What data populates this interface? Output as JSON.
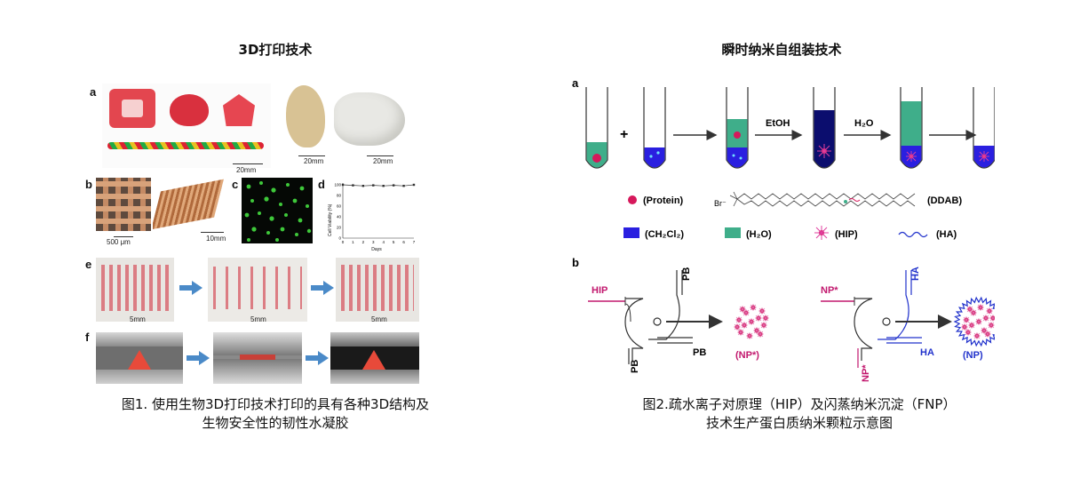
{
  "left": {
    "heading": "3D打印技术",
    "panel_letters": [
      "a",
      "b",
      "c",
      "d",
      "e",
      "f"
    ],
    "scale_a": [
      "20mm",
      "20mm",
      "20mm"
    ],
    "scale_b": [
      "500 μm",
      "10mm"
    ],
    "chart_d": {
      "ylabel": "Cell Viability (%)",
      "xlabel": "Days",
      "yticks": [
        "100",
        "80",
        "60",
        "40",
        "20",
        "0"
      ],
      "xticks": [
        "0",
        "1",
        "2",
        "3",
        "4",
        "5",
        "6",
        "7"
      ]
    },
    "scale_e": [
      "5mm",
      "5mm",
      "5mm"
    ],
    "caption_line1": "图1. 使用生物3D打印技术打印的具有各种3D结构及",
    "caption_line2": "生物安全性的韧性水凝胶"
  },
  "chart_data": {
    "type": "line",
    "x": [
      0,
      1,
      2,
      3,
      4,
      5,
      6,
      7
    ],
    "values": [
      100,
      99,
      98,
      99,
      98,
      99,
      98,
      100
    ],
    "xlabel": "Days",
    "ylabel": "Cell Viability (%)",
    "ylim": [
      0,
      100
    ],
    "xlim": [
      0,
      7
    ]
  },
  "right": {
    "heading": "瞬时纳米自组装技术",
    "panel_a": "a",
    "panel_b": "b",
    "plus": "+",
    "etoh": "EtOH",
    "h2o": "H₂O",
    "legend": {
      "protein": "(Protein)",
      "br": "Br⁻",
      "ddab": "(DDAB)",
      "ch2cl2": "(CH₂Cl₂)",
      "h2o": "(H₂O)",
      "hip": "(HIP)",
      "ha": "(HA)"
    },
    "mixer1": {
      "hip": "HIP",
      "pb_top": "PB",
      "pb_right": "PB",
      "pb_bottom": "PB",
      "product": "(NP*)"
    },
    "mixer2": {
      "np_in": "NP*",
      "ha_top": "HA",
      "ha_right": "HA",
      "np_bottom": "NP*",
      "product": "(NP)"
    },
    "caption_line1": "图2.疏水离子对原理（HIP）及闪蒸纳米沉淀（FNP）",
    "caption_line2": "技术生产蛋白质纳米颗粒示意图"
  },
  "colors": {
    "protein": "#d6185b",
    "ch2cl2": "#2a1fe0",
    "h2o": "#3fae8a",
    "dark_tube": "#0b0d6e",
    "hip_label": "#c2186e",
    "ha_label": "#2233cc"
  }
}
